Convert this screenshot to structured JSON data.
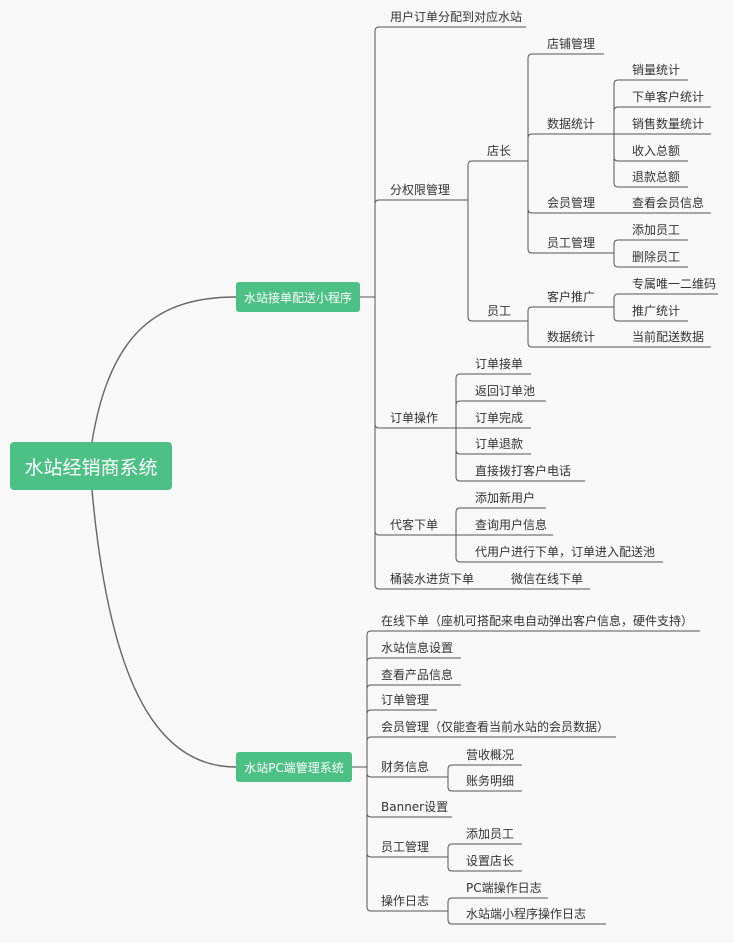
{
  "colors": {
    "node_fill": "#4dc185",
    "line": "#555555",
    "text": "#333333",
    "background": "#f8f8f8"
  },
  "root": "水站经销商系统",
  "branches": [
    {
      "label": "水站接单配送小程序",
      "children": [
        {
          "label": "用户订单分配到对应水站"
        },
        {
          "label": "分权限管理",
          "children": [
            {
              "label": "店长",
              "children": [
                {
                  "label": "店铺管理"
                },
                {
                  "label": "数据统计",
                  "children": [
                    {
                      "label": "销量统计"
                    },
                    {
                      "label": "下单客户统计"
                    },
                    {
                      "label": "销售数量统计"
                    },
                    {
                      "label": "收入总额"
                    },
                    {
                      "label": "退款总额"
                    }
                  ]
                },
                {
                  "label": "会员管理",
                  "children": [
                    {
                      "label": "查看会员信息"
                    }
                  ]
                },
                {
                  "label": "员工管理",
                  "children": [
                    {
                      "label": "添加员工"
                    },
                    {
                      "label": "删除员工"
                    }
                  ]
                }
              ]
            },
            {
              "label": "员工",
              "children": [
                {
                  "label": "客户推广",
                  "children": [
                    {
                      "label": "专属唯一二维码"
                    },
                    {
                      "label": "推广统计"
                    }
                  ]
                },
                {
                  "label": "数据统计",
                  "children": [
                    {
                      "label": "当前配送数据"
                    }
                  ]
                }
              ]
            }
          ]
        },
        {
          "label": "订单操作",
          "children": [
            {
              "label": "订单接单"
            },
            {
              "label": "返回订单池"
            },
            {
              "label": "订单完成"
            },
            {
              "label": "订单退款"
            },
            {
              "label": "直接拨打客户电话"
            }
          ]
        },
        {
          "label": "代客下单",
          "children": [
            {
              "label": "添加新用户"
            },
            {
              "label": "查询用户信息"
            },
            {
              "label": "代用户进行下单，订单进入配送池"
            }
          ]
        },
        {
          "label": "桶装水进货下单",
          "children": [
            {
              "label": "微信在线下单"
            }
          ]
        }
      ]
    },
    {
      "label": "水站PC端管理系统",
      "children": [
        {
          "label": "在线下单（座机可搭配来电自动弹出客户信息，硬件支持）"
        },
        {
          "label": "水站信息设置"
        },
        {
          "label": "查看产品信息"
        },
        {
          "label": "订单管理"
        },
        {
          "label": "会员管理（仅能查看当前水站的会员数据）"
        },
        {
          "label": "财务信息",
          "children": [
            {
              "label": "营收概况"
            },
            {
              "label": "账务明细"
            }
          ]
        },
        {
          "label": "Banner设置"
        },
        {
          "label": "员工管理",
          "children": [
            {
              "label": "添加员工"
            },
            {
              "label": "设置店长"
            }
          ]
        },
        {
          "label": "操作日志",
          "children": [
            {
              "label": "PC端操作日志"
            },
            {
              "label": "水站端小程序操作日志"
            }
          ]
        }
      ]
    }
  ]
}
